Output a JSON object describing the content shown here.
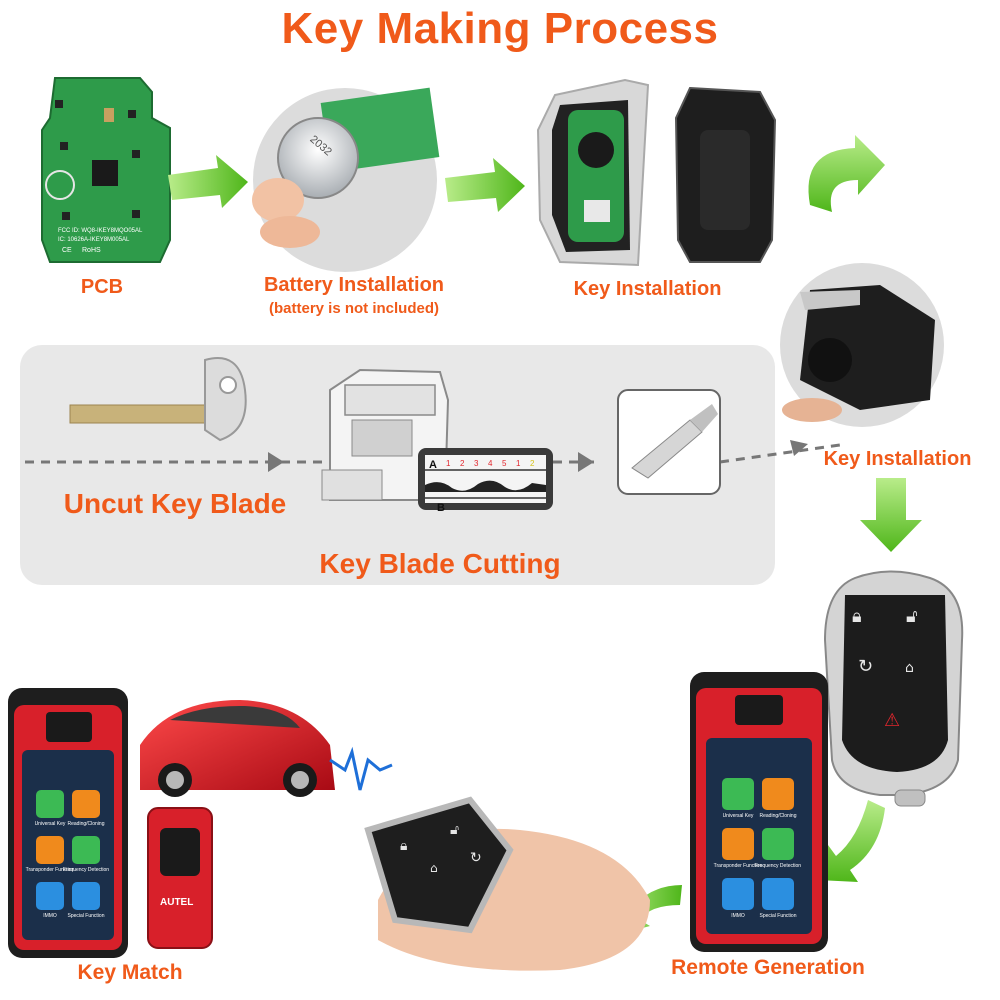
{
  "title": "Key Making Process",
  "steps": {
    "pcb": "PCB",
    "battery": "Battery Installation",
    "battery_note": "(battery is not included)",
    "key_install_1": "Key Installation",
    "key_install_2": "Key Installation",
    "uncut_blade": "Uncut Key Blade",
    "blade_cutting": "Key Blade Cutting",
    "remote_generation": "Remote Generation",
    "key_match": "Key Match"
  },
  "pcb_text": {
    "fcc": "FCC ID: WQ8-IKEY8MQO05AL",
    "ic": "IC: 10626A-IKEY8M005AL",
    "ce": "CE",
    "rohs": "RoHS"
  },
  "battery_text": "2032",
  "cutting_chart": {
    "row_a": "A",
    "row_b": "B",
    "numbers": [
      "1",
      "2",
      "3",
      "4",
      "5",
      "1",
      "2"
    ]
  },
  "tablet": {
    "apps": [
      "Universal Key",
      "Reading/Cloning",
      "Transponder Function",
      "Frequency Detection",
      "IMMO",
      "Special Function"
    ]
  },
  "dongle_brand": "AUTEL",
  "colors": {
    "accent": "#f05a1a",
    "arrow_green": "#6cc62c",
    "panel": "#e8e8e8",
    "pcb_green": "#2e9b4a",
    "device_red": "#d8202a"
  }
}
